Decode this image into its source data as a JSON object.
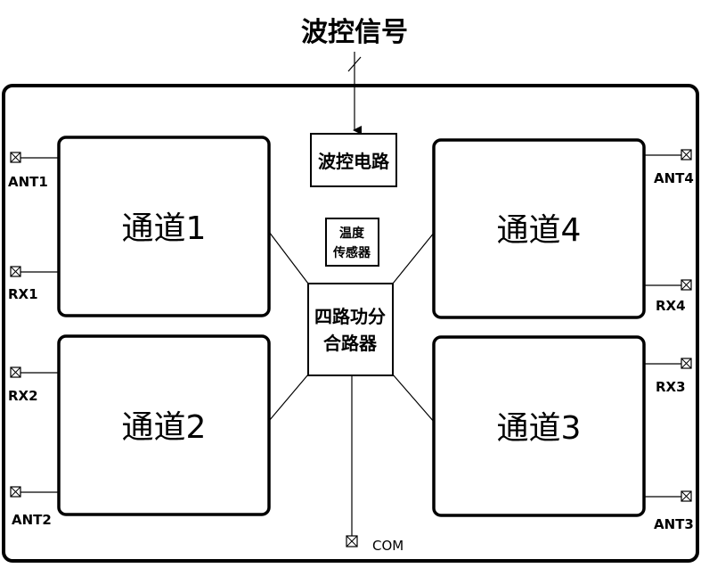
{
  "title": "波控信号",
  "blocks": {
    "beam_control": "波控电路",
    "temp_sensor_line1": "温度",
    "temp_sensor_line2": "传感器",
    "power_divider_line1": "四路功分",
    "power_divider_line2": "合路器"
  },
  "channels": {
    "ch1": "通道1",
    "ch2": "通道2",
    "ch3": "通道3",
    "ch4": "通道4"
  },
  "ports": {
    "ant1": "ANT1",
    "rx1": "RX1",
    "rx2": "RX2",
    "ant2": "ANT2",
    "ant4": "ANT4",
    "rx4": "RX4",
    "rx3": "RX3",
    "ant3": "ANT3",
    "com": "COM"
  }
}
